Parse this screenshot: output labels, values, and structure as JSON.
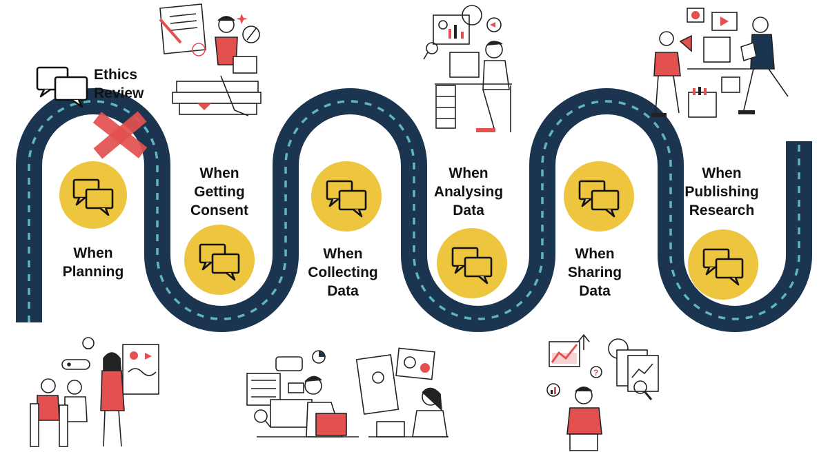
{
  "ethics_review": {
    "line1": "Ethics",
    "line2": "Review"
  },
  "stages": [
    {
      "id": "planning",
      "lines": [
        "When",
        "Planning"
      ]
    },
    {
      "id": "consent",
      "lines": [
        "When",
        "Getting",
        "Consent"
      ]
    },
    {
      "id": "collecting",
      "lines": [
        "When",
        "Collecting",
        "Data"
      ]
    },
    {
      "id": "analysing",
      "lines": [
        "When",
        "Analysing",
        "Data"
      ]
    },
    {
      "id": "sharing",
      "lines": [
        "When",
        "Sharing",
        "Data"
      ]
    },
    {
      "id": "publishing",
      "lines": [
        "When",
        "Publishing",
        "Research"
      ]
    }
  ],
  "colors": {
    "road": "#1b3550",
    "dash": "#5fb4c4",
    "circle": "#edc53f",
    "accent": "#e2504f",
    "ink": "#111111"
  },
  "icons": {
    "milestone": "chat-bubbles-icon",
    "ethics": "chat-bubbles-outline-icon",
    "blocker": "red-tape-cross-icon"
  },
  "illustrations": [
    "woman-reading-on-books",
    "man-at-computer-desk",
    "people-reporting-news",
    "team-presentation",
    "online-data-collection",
    "woman-thinking-with-charts"
  ]
}
